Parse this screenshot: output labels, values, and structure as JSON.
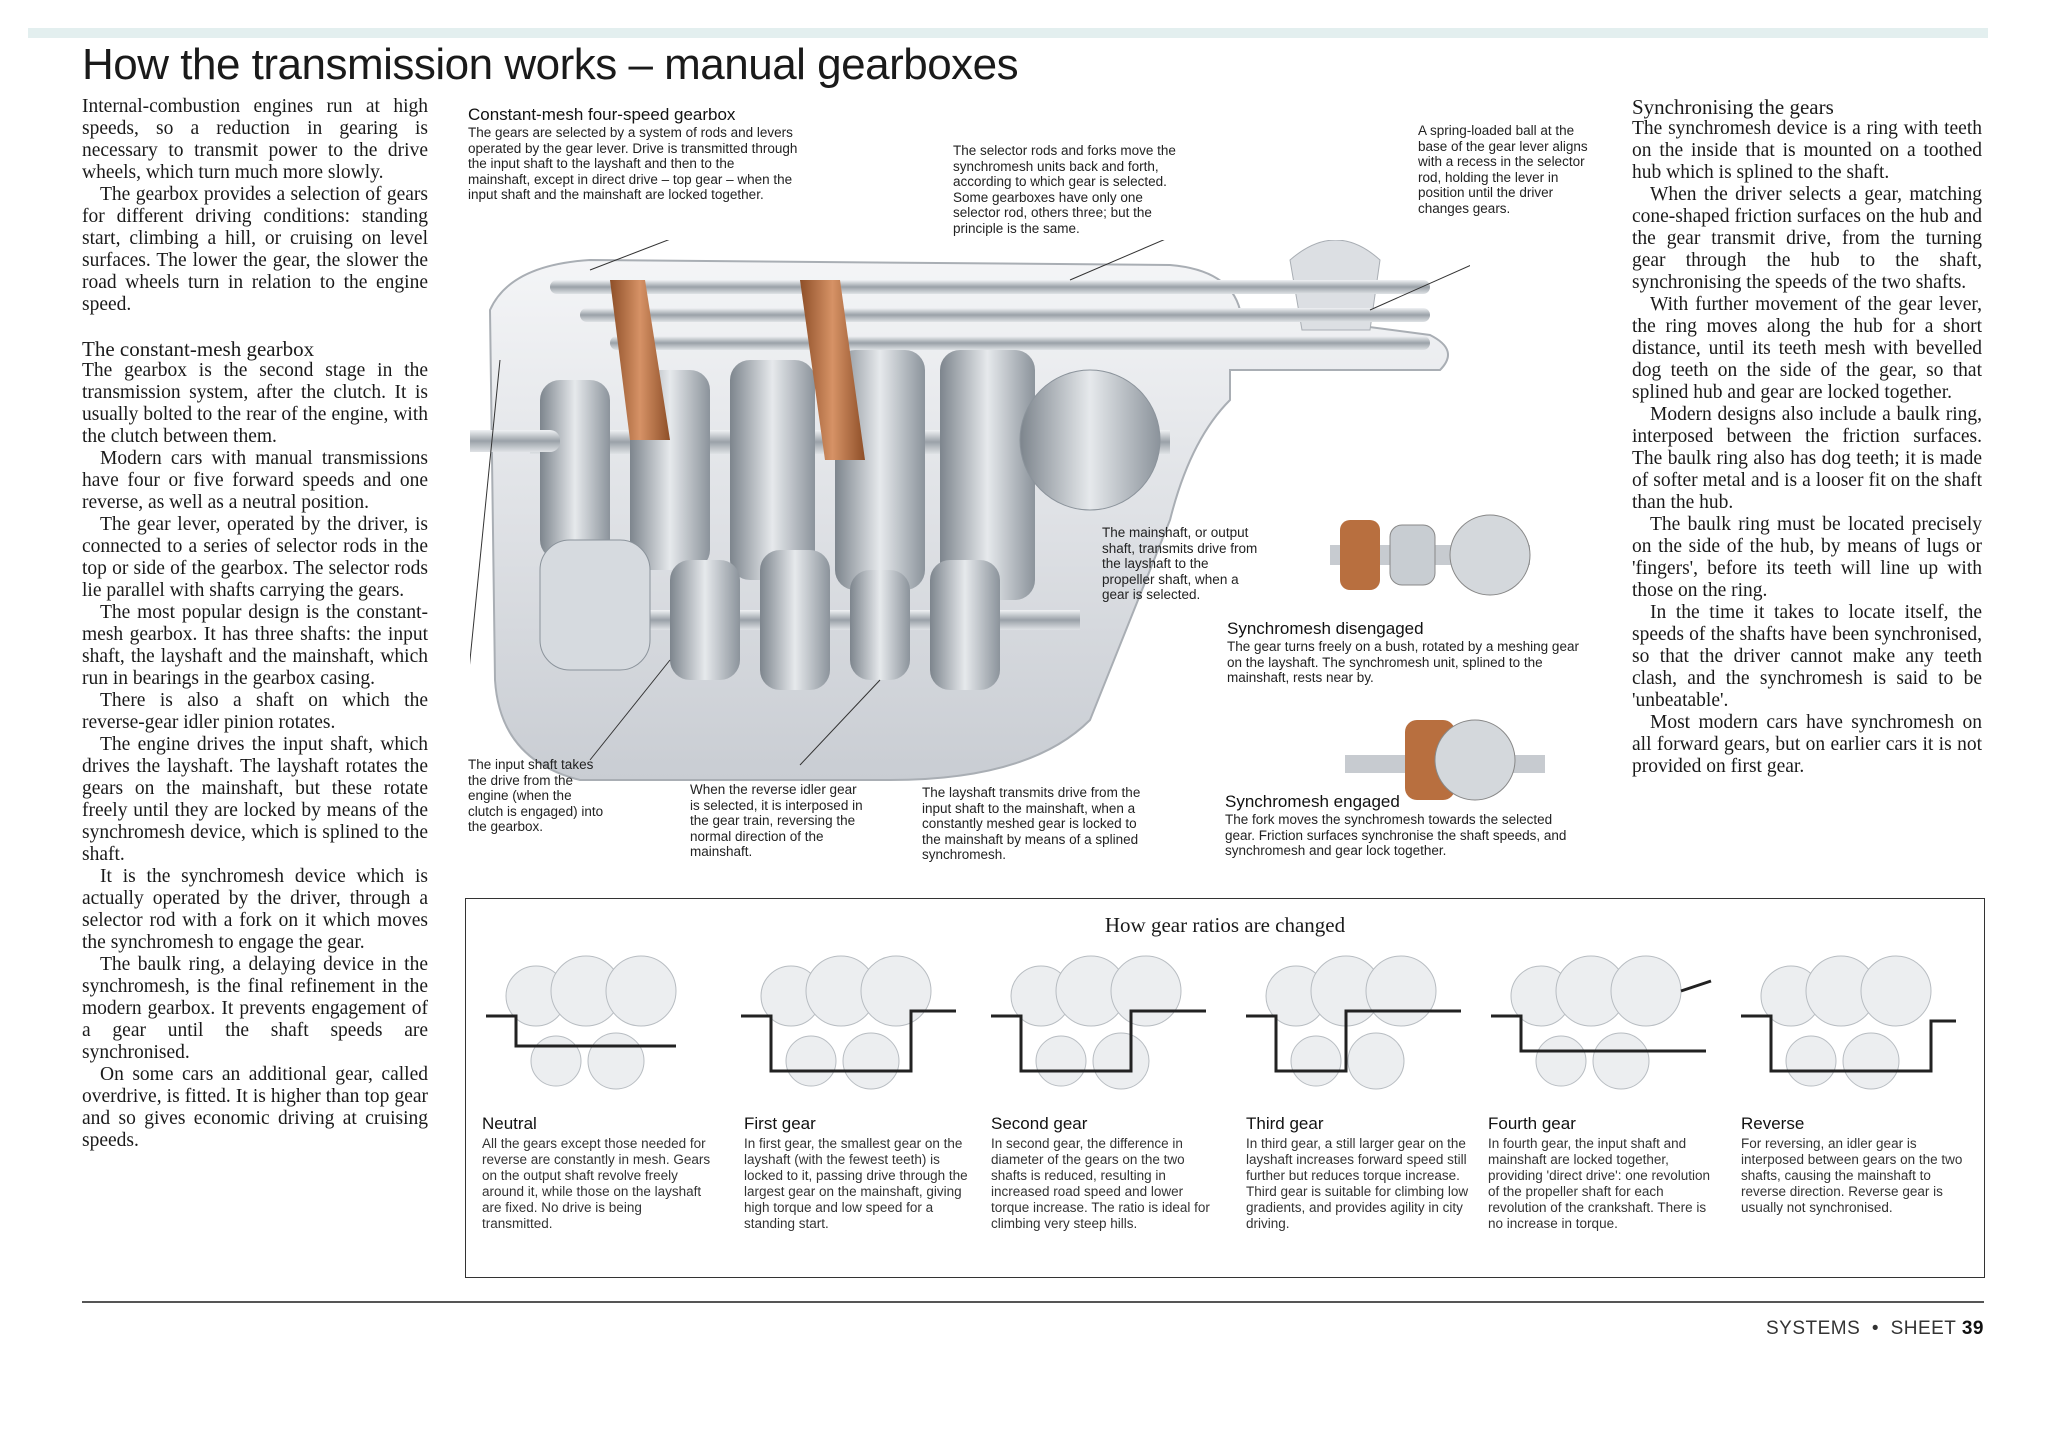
{
  "title": "How the transmission works – manual gearboxes",
  "left_column": {
    "intro_p1": "Internal-combustion engines run at high speeds, so a reduction in gearing is necessary to transmit power to the drive wheels, which turn much more slowly.",
    "intro_p2": "The gearbox provides a selection of gears for different driving conditions: standing start, climbing a hill, or cruising on level surfaces. The lower the gear, the slower the road wheels turn in relation to the engine speed.",
    "heading": "The constant-mesh gearbox",
    "p1": "The gearbox is the second stage in the transmission system, after the clutch. It is usually bolted to the rear of the engine, with the clutch between them.",
    "p2": "Modern cars with manual transmissions have four or five forward speeds and one reverse, as well as a neutral position.",
    "p3": "The gear lever, operated by the driver, is connected to a series of selector rods in the top or side of the gearbox. The selector rods lie parallel with shafts carrying the gears.",
    "p4": "The most popular design is the constant-mesh gearbox. It has three shafts: the input shaft, the layshaft and the mainshaft, which run in bearings in the gearbox casing.",
    "p5": "There is also a shaft on which the reverse-gear idler pinion rotates.",
    "p6": "The engine drives the input shaft, which drives the layshaft. The layshaft rotates the gears on the mainshaft, but these rotate freely until they are locked by means of the synchromesh device, which is splined to the shaft.",
    "p7": "It is the synchromesh device which is actually operated by the driver, through a selector rod with a fork on it which moves the synchromesh to engage the gear.",
    "p8": "The baulk ring, a delaying device in the synchromesh, is the final refinement in the modern gearbox. It prevents engagement of a gear until the shaft speeds are synchronised.",
    "p9": "On some cars an additional gear, called overdrive, is fitted. It is higher than top gear and so gives economic driving at cruising speeds."
  },
  "captions": {
    "constant_mesh_title": "Constant-mesh four-speed gearbox",
    "constant_mesh_text": "The gears are selected by a system of rods and levers operated by the gear lever. Drive is transmitted through the input shaft to the layshaft and then to the mainshaft, except in direct drive – top gear – when the input shaft and the mainshaft are locked together.",
    "selector_rods": "The selector rods and forks move the synchromesh units back and forth, according to which gear is selected. Some gearboxes have only one selector rod, others three; but the principle is the same.",
    "spring_ball": "A spring-loaded ball at the base of the gear lever aligns with a recess in the selector rod, holding the lever in position until the driver changes gears.",
    "mainshaft": "The mainshaft, or output shaft, transmits drive from the layshaft to the propeller shaft, when a gear is selected.",
    "input_shaft": "The input shaft takes the drive from the engine (when the clutch is engaged) into the gearbox.",
    "reverse_idler": "When the reverse idler gear is selected, it is interposed in the gear train, reversing the normal direction of the mainshaft.",
    "layshaft": "The layshaft transmits drive from the input shaft to the mainshaft, when a constantly meshed gear is locked to the mainshaft by means of a splined synchromesh.",
    "disengaged_title": "Synchromesh disengaged",
    "disengaged_text": "The gear turns freely on a bush, rotated by a meshing gear on the layshaft. The synchromesh unit, splined to the mainshaft, rests near by.",
    "engaged_title": "Synchromesh engaged",
    "engaged_text": "The fork moves the synchromesh towards the selected gear. Friction surfaces synchronise the shaft speeds, and synchromesh and gear lock together."
  },
  "right_column": {
    "heading": "Synchronising the gears",
    "p1": "The synchromesh device is a ring with teeth on the inside that is mounted on a toothed hub which is splined to the shaft.",
    "p2": "When the driver selects a gear, matching cone-shaped friction surfaces on the hub and the gear transmit drive, from the turning gear through the hub to the shaft, synchronising the speeds of the two shafts.",
    "p3": "With further movement of the gear lever, the ring moves along the hub for a short distance, until its teeth mesh with bevelled dog teeth on the side of the gear, so that splined hub and gear are locked together.",
    "p4": "Modern designs also include a baulk ring, interposed between the friction surfaces. The baulk ring also has dog teeth; it is made of softer metal and is a looser fit on the shaft than the hub.",
    "p5": "The baulk ring must be located precisely on the side of the hub, by means of lugs or 'fingers', before its teeth will line up with those on the ring.",
    "p6": "In the time it takes to locate itself, the speeds of the shafts have been synchronised, so that the driver cannot make any teeth clash, and the synchromesh is said to be 'unbeatable'.",
    "p7": "Most modern cars have synchromesh on all forward gears, but on earlier cars it is not provided on first gear."
  },
  "ratios": {
    "title": "How gear ratios are changed",
    "stages": [
      {
        "name": "Neutral",
        "text": "All the gears except those needed for reverse are constantly in mesh. Gears on the output shaft revolve freely around it, while those on the layshaft are fixed. No drive is being transmitted."
      },
      {
        "name": "First gear",
        "text": "In first gear, the smallest gear on the layshaft (with the fewest teeth) is locked to it, passing drive through the largest gear on the mainshaft, giving high torque and low speed for a standing start."
      },
      {
        "name": "Second gear",
        "text": "In second gear, the difference in diameter of the gears on the two shafts is reduced, resulting in increased road speed and lower torque increase. The ratio is ideal for climbing very steep hills."
      },
      {
        "name": "Third gear",
        "text": "In third gear, a still larger gear on the layshaft increases forward speed still further but reduces torque increase. Third gear is suitable for climbing low gradients, and provides agility in city driving."
      },
      {
        "name": "Fourth gear",
        "text": "In fourth gear, the input shaft and mainshaft are locked together, providing 'direct drive': one revolution of the propeller shaft for each revolution of the crankshaft. There is no increase in torque."
      },
      {
        "name": "Reverse",
        "text": "For reversing, an idler gear is interposed between gears on the two shafts, causing the mainshaft to reverse direction. Reverse gear is usually not synchronised."
      }
    ]
  },
  "footer": {
    "section": "SYSTEMS",
    "separator": "•",
    "sheet_label": "SHEET",
    "sheet_number": "39"
  },
  "colors": {
    "band": "#e3efef",
    "fork": "#b86f3f",
    "casing": "#dde0e4",
    "gear": "#c8cdd2"
  }
}
